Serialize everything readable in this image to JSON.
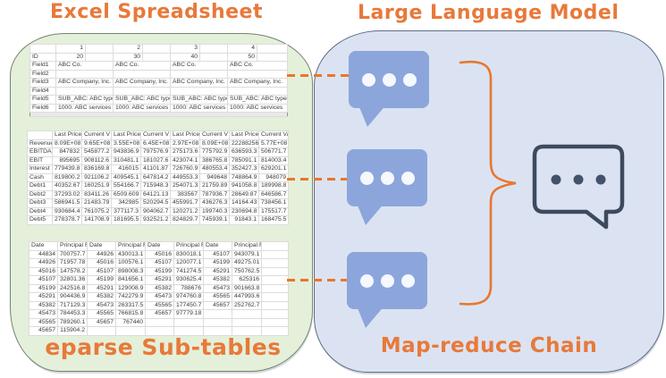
{
  "left_panel": {
    "title": "Excel Spreadsheet",
    "caption": "eparse Sub-tables",
    "table1": {
      "columns": [
        "1",
        "2",
        "3",
        "4"
      ],
      "rows": [
        {
          "label": "ID",
          "kind": "num",
          "values": [
            "20",
            "30",
            "40",
            "50"
          ]
        },
        {
          "label": "Field1",
          "kind": "text",
          "values": [
            "ABC Co.",
            "ABC Co.",
            "ABC Co.",
            "ABC Co."
          ]
        },
        {
          "label": "Field2",
          "kind": "text",
          "values": [
            "",
            "",
            "",
            ""
          ]
        },
        {
          "label": "Field3",
          "kind": "text",
          "values": [
            "ABC Company, Inc.",
            "ABC Company, Inc.",
            "ABC Company, Inc.",
            "ABC Company, Inc."
          ]
        },
        {
          "label": "Field4",
          "kind": "text",
          "values": [
            "",
            "",
            "",
            ""
          ]
        },
        {
          "label": "Field5",
          "kind": "text",
          "values": [
            "SUB_ABC: ABC type o",
            "SUB_ABC: ABC type o",
            "SUB_ABC: ABC type o",
            "SUB_ABC: ABC type o"
          ]
        },
        {
          "label": "Field6",
          "kind": "text",
          "values": [
            "1000: ABC services",
            "1000: ABC services",
            "1000: ABC services",
            "1000: ABC services"
          ]
        }
      ]
    },
    "table2": {
      "columns": [
        "Last Price",
        "Current V",
        "Last Price",
        "Current V",
        "Last Price",
        "Current V",
        "Last Price",
        "Current Va"
      ],
      "rows": [
        {
          "label": "Revenue",
          "values": [
            "8.09E+08",
            "9.65E+08",
            "3.55E+08",
            "6.45E+08",
            "2.97E+08",
            "8.09E+08",
            "22288256",
            "5.77E+08"
          ]
        },
        {
          "label": "EBITDA",
          "values": [
            "847832",
            "545877.2",
            "943836.9",
            "797576.9",
            "275173.6",
            "775792.9",
            "636593.3",
            "506771.7"
          ]
        },
        {
          "label": "EBIT",
          "values": [
            "895695",
            "908112.6",
            "310481.1",
            "181027.6",
            "423074.1",
            "386765.8",
            "785091.1",
            "814003.4"
          ]
        },
        {
          "label": "Interest E",
          "values": [
            "779439.8",
            "836169.8",
            "416015",
            "41101.87",
            "726760.9",
            "480553.4",
            "352427.3",
            "629201.1"
          ]
        },
        {
          "label": "Cash",
          "values": [
            "819800.2",
            "921106.2",
            "409545.1",
            "647814.2",
            "449553.3",
            "949648",
            "748864.9",
            "948079"
          ]
        },
        {
          "label": "Debt1",
          "values": [
            "40352.67",
            "160251.9",
            "554166.7",
            "715948.3",
            "254071.3",
            "21759.89",
            "941058.8",
            "189998.8"
          ]
        },
        {
          "label": "Debt2",
          "values": [
            "37293.02",
            "83411.26",
            "6509.609",
            "64121.13",
            "383567",
            "787936.7",
            "28649.87",
            "646586.7"
          ]
        },
        {
          "label": "Debt3",
          "values": [
            "586941.5",
            "21483.79",
            "342985",
            "520294.5",
            "455991.7",
            "436276.3",
            "14164.43",
            "738456.1"
          ]
        },
        {
          "label": "Debt4",
          "values": [
            "930684.4",
            "761075.2",
            "377117.3",
            "904062.7",
            "120271.2",
            "199740.3",
            "230694.8",
            "175517.7"
          ]
        },
        {
          "label": "Debt5",
          "values": [
            "278378.7",
            "141708.9",
            "181695.5",
            "932521.2",
            "824829.7",
            "745939.1",
            "91843.1",
            "168475.5"
          ]
        }
      ]
    },
    "table3": {
      "columns": [
        "Date",
        "Principal F",
        "Date",
        "Principal F",
        "Date",
        "Principal F",
        "Date",
        "Principal Repayment"
      ],
      "rows": [
        [
          "44834",
          "700757.7",
          "44926",
          "430013.1",
          "45016",
          "830018.1",
          "45107",
          "943079.1"
        ],
        [
          "44926",
          "71957.78",
          "45016",
          "100576.1",
          "45107",
          "120077.1",
          "45199",
          "49275.01"
        ],
        [
          "45016",
          "147578.2",
          "45107",
          "898008.3",
          "45199",
          "741274.5",
          "45291",
          "750762.5"
        ],
        [
          "45107",
          "32801.36",
          "45199",
          "841656.1",
          "45291",
          "930625.4",
          "45382",
          "625316"
        ],
        [
          "45199",
          "242516.8",
          "45291",
          "129008.9",
          "45382",
          "788676",
          "45473",
          "901663.8"
        ],
        [
          "45291",
          "904436.9",
          "45382",
          "742279.9",
          "45473",
          "974760.8",
          "45565",
          "447993.6"
        ],
        [
          "45382",
          "717129.3",
          "45473",
          "263317.5",
          "45565",
          "177450.7",
          "45657",
          "252762.7"
        ],
        [
          "45473",
          "784453.3",
          "45565",
          "766815.8",
          "45657",
          "97779.18",
          "",
          ""
        ],
        [
          "45565",
          "789260.1",
          "45657",
          "767440",
          "",
          "",
          "",
          ""
        ],
        [
          "45657",
          "115904.2",
          "",
          "",
          "",
          "",
          "",
          ""
        ]
      ]
    }
  },
  "right_panel": {
    "title": "Large Language Model",
    "caption": "Map-reduce Chain",
    "map_bubble_icon": "chat-ellipsis-icon",
    "reduce_bubble_icon": "chat-ellipsis-outline-icon"
  },
  "colors": {
    "accent_orange": "#E8772E",
    "title_orange": "#E8793A",
    "bubble_blue": "#8CA6DC",
    "panel_green": "#E4F0DA",
    "panel_blue": "#DBE3F2",
    "dark_slate": "#3D4A5D"
  }
}
